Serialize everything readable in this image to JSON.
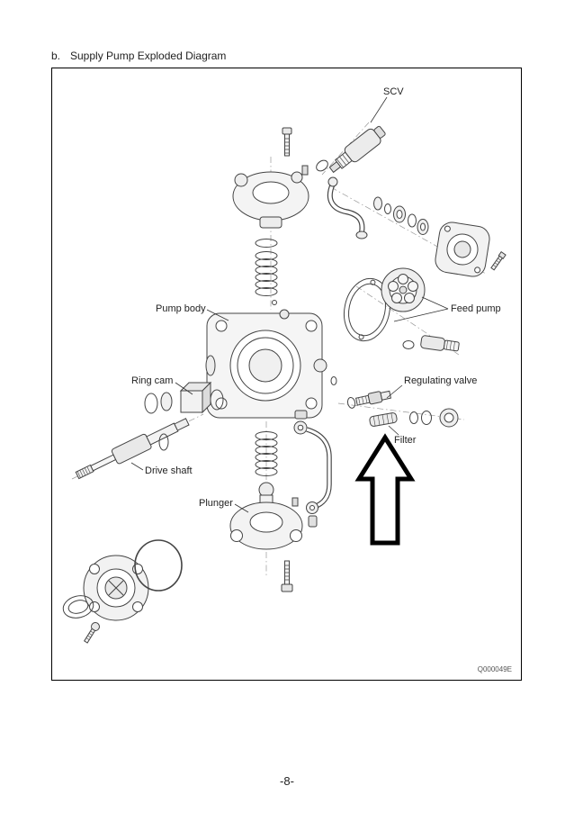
{
  "page": {
    "heading_index": "b.",
    "heading_title": "Supply Pump Exploded Diagram",
    "figure_code": "Q000049E",
    "page_number": "-8-"
  },
  "diagram": {
    "labels": {
      "scv": "SCV",
      "pump_body": "Pump body",
      "feed_pump": "Feed pump",
      "ring_cam": "Ring cam",
      "regulating_valve": "Regulating valve",
      "filter": "Filter",
      "drive_shaft": "Drive shaft",
      "plunger": "Plunger"
    },
    "colors": {
      "part_line": "#444444",
      "arrow_outline": "#000000"
    }
  }
}
